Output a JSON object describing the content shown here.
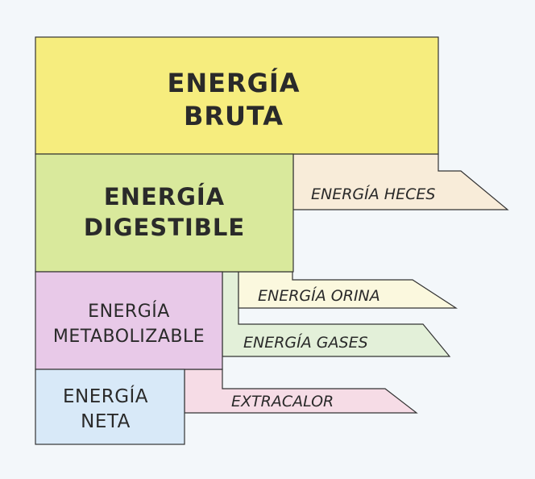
{
  "boxes": {
    "bruta": {
      "line1": "ENERGÍA",
      "line2": "BRUTA",
      "color": "#f6ed7e"
    },
    "digestible": {
      "line1": "ENERGÍA",
      "line2": "DIGESTIBLE",
      "color": "#d9e99c"
    },
    "metabolizable": {
      "line1": "ENERGÍA",
      "line2": "METABOLIZABLE",
      "color": "#e8c9e8"
    },
    "neta": {
      "line1": "ENERGÍA",
      "line2": "NETA",
      "color": "#d8e9f8"
    }
  },
  "losses": {
    "heces": {
      "label": "ENERGÍA HECES",
      "color": "#f8ecd9"
    },
    "orina": {
      "label": "ENERGÍA ORINA",
      "color": "#fbf8de"
    },
    "gases": {
      "label": "ENERGÍA GASES",
      "color": "#e3f0d9"
    },
    "extracalor": {
      "label": "EXTRACALOR",
      "color": "#f6dce6"
    }
  }
}
